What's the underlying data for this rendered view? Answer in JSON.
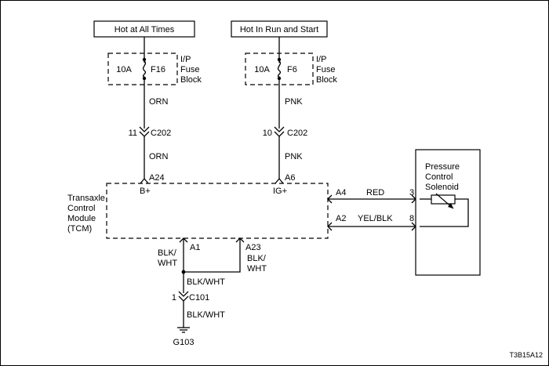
{
  "power_sources": {
    "left": "Hot at All Times",
    "right": "Hot In Run and Start"
  },
  "fuses": {
    "left": {
      "amperage": "10A",
      "name": "F16"
    },
    "right": {
      "amperage": "10A",
      "name": "F6"
    },
    "block_label": [
      "I/P",
      "Fuse",
      "Block"
    ]
  },
  "wires": {
    "left_upper": "ORN",
    "left_lower": "ORN",
    "right_upper": "PNK",
    "right_lower": "PNK",
    "sol_1": "RED",
    "sol_2": "YEL/BLK",
    "ground_1": "BLK/",
    "ground_1b": "WHT",
    "ground_2": "BLK/",
    "ground_2b": "WHT",
    "ground_join": "BLK/WHT",
    "ground_final": "BLK/WHT"
  },
  "connectors": {
    "c202_left_pin": "11",
    "c202_right_pin": "10",
    "c202_name": "C202",
    "c101_pin": "1",
    "c101_name": "C101"
  },
  "tcm": {
    "label": [
      "Transaxle",
      "Control",
      "Module",
      "(TCM)"
    ],
    "pin_a24": "A24",
    "pin_a6": "A6",
    "term_bplus": "B+",
    "term_igplus": "IG+",
    "pin_a4": "A4",
    "pin_a2": "A2",
    "pin_a1": "A1",
    "pin_a23": "A23"
  },
  "solenoid": {
    "label": [
      "Pressure",
      "Control",
      "Solenoid"
    ],
    "pin_3": "3",
    "pin_8": "8"
  },
  "ground": {
    "name": "G103"
  },
  "figure_id": "T3B15A12"
}
